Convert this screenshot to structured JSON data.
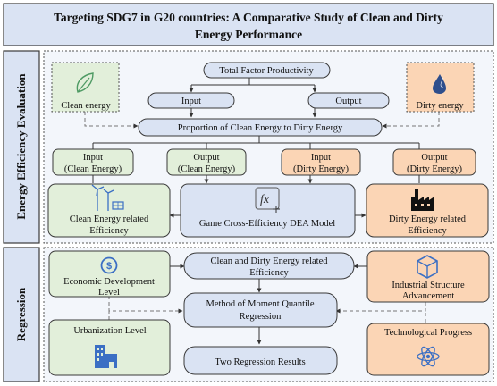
{
  "title": {
    "line1": "Targeting SDG7 in G20 countries: A Comparative Study of Clean and Dirty",
    "line2": "Energy Performance"
  },
  "sections": {
    "efficiency": "Energy Efficiency Evaluation",
    "regression": "Regression"
  },
  "efficiency": {
    "tfp": "Total Factor Productivity",
    "input": "Input",
    "output": "Output",
    "clean_energy": "Clean energy",
    "dirty_energy": "Dirty energy",
    "proportion": "Proportion of Clean Energy to Dirty Energy",
    "clean_input_l1": "Input",
    "clean_input_l2": "(Clean Energy)",
    "clean_output_l1": "Output",
    "clean_output_l2": "(Clean Energy)",
    "dirty_input_l1": "Input",
    "dirty_input_l2": "(Dirty Energy)",
    "dirty_output_l1": "Output",
    "dirty_output_l2": "(Dirty Energy)",
    "clean_eff_l1": "Clean Energy related",
    "clean_eff_l2": "Efficiency",
    "dea": "Game Cross-Efficiency DEA Model",
    "dirty_eff_l1": "Dirty Energy related",
    "dirty_eff_l2": "Efficiency"
  },
  "regression": {
    "econ_l1": "Economic Development",
    "econ_l2": "Level",
    "ce_eff_l1": "Clean and Dirty Energy related",
    "ce_eff_l2": "Efficiency",
    "industrial_l1": "Industrial Structure",
    "industrial_l2": "Advancement",
    "mmqr_l1": "Method of Moment Quantile",
    "mmqr_l2": "Regression",
    "urbanization": "Urbanization Level",
    "tech": "Technological Progress",
    "results": "Two Regression Results"
  },
  "colors": {
    "blue_fill": "#dae3f3",
    "green_fill": "#e2efda",
    "orange_fill": "#fbd5b5",
    "border": "#3a3a3a",
    "dashed": "#7a7a7a",
    "icon_blue": "#3b6fc4",
    "icon_green": "#4e9a63",
    "icon_navy": "#2e4e8c"
  }
}
